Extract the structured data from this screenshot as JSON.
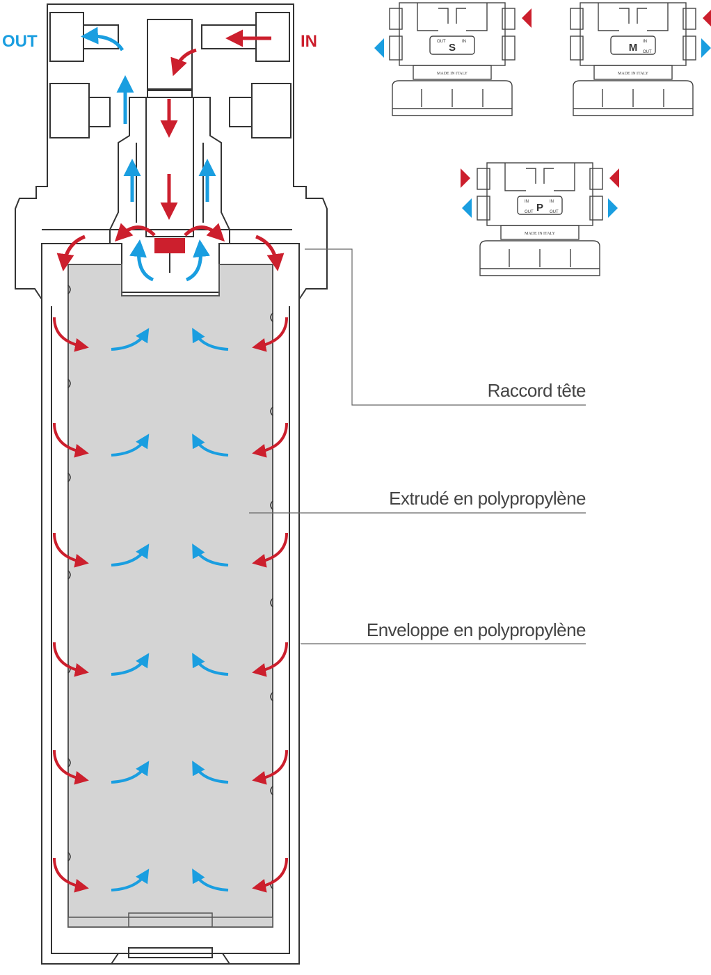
{
  "flow_labels": {
    "out": "OUT",
    "in": "IN"
  },
  "callouts": [
    {
      "id": "head",
      "text": "Raccord tête"
    },
    {
      "id": "cartridge",
      "text": "Extrudé en polypropylène"
    },
    {
      "id": "housing",
      "text": "Enveloppe en polypropylène"
    }
  ],
  "head_variants": [
    {
      "id": "s",
      "letter": "S",
      "tag_left": "OUT",
      "tag_right": "IN",
      "tag_left_bottom": "",
      "tag_right_bottom": "",
      "made_in": "MADE IN ITALY"
    },
    {
      "id": "m",
      "letter": "M",
      "tag_left": "",
      "tag_right": "IN",
      "tag_left_bottom": "",
      "tag_right_bottom": "OUT",
      "made_in": "MADE IN ITALY"
    },
    {
      "id": "p",
      "letter": "P",
      "tag_left": "IN",
      "tag_right": "IN",
      "tag_left_bottom": "OUT",
      "tag_right_bottom": "OUT",
      "made_in": "MADE IN ITALY"
    }
  ],
  "colors": {
    "in_flow": "#cc1f2d",
    "out_flow": "#1a9ee0",
    "line": "#333333",
    "cartridge": "#d4d4d4",
    "label": "#444444"
  },
  "icons": {
    "flow_in": "red-arrow",
    "flow_out": "blue-arrow"
  }
}
